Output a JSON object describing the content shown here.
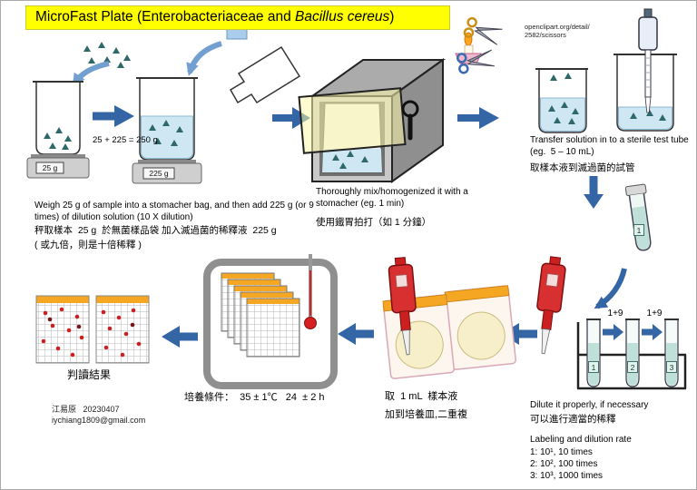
{
  "title": {
    "prefix": "MicroFast Plate (Enterobacteriaceae and ",
    "italic": "Bacillus cereus",
    "suffix": ")"
  },
  "colors": {
    "arrow_blue": "#3465a4",
    "arrow_light_blue": "#729fcf",
    "highlight_yellow": "#ffff00",
    "plate_orange": "#f5a623",
    "pipette_red": "#d83030",
    "liquid_blue": "#cfe7f3",
    "tube_liquid_teal": "#bfe0d8",
    "sample_teal": "#2e6868"
  },
  "weigh_step": {
    "scale1_display": "25 g",
    "scale2_display": "225 g",
    "sum_text": "25 + 225 = 250 g",
    "caption_en": "Weigh 25 g of sample into a stomacher bag, and then add 225 g (or 9 times) of dilution solution (10 X dilution)",
    "caption_zh_1": "秤取樣本  25 g  於無菌樣品袋 加入滅過菌的稀釋液  225 g",
    "caption_zh_2": "( 或九倍，則是十倍稀釋 )"
  },
  "stomacher_step": {
    "caption_en": "Thoroughly mix/homogenized it with a stomacher (eg. 1 min)",
    "caption_zh": "使用鐵胃拍打（如 1 分鐘）"
  },
  "scissors_credit": {
    "line1": "openclipart.org/detail/",
    "line2": "2582/scissors"
  },
  "transfer_step": {
    "caption_en": "Transfer solution in to a sterile test tube (eg.  5 – 10 mL)",
    "caption_zh": "取樣本液到滅過菌的試管",
    "tube_label": "1"
  },
  "dilution_step": {
    "ratio_label_1": "1+9",
    "ratio_label_2": "1+9",
    "tube_labels": [
      "1",
      "2",
      "3"
    ],
    "caption_en": "Dilute it properly, if necessary",
    "caption_zh": "可以進行適當的稀釋",
    "labeling_title": "Labeling and dilution rate",
    "rates": [
      "1: 10¹, 10 times",
      "2: 10², 100 times",
      "3: 10³, 1000 times"
    ]
  },
  "plating_step": {
    "caption_zh_1": "取  1 mL  樣本液",
    "caption_zh_2": "加到培養皿,二重複"
  },
  "incubation_step": {
    "caption": "培養條件：  35 ± 1℃   24  ± 2 h"
  },
  "reading_step": {
    "caption": "判讀結果"
  },
  "footer": {
    "author": "江易原   20230407",
    "email": "iychiang1809@gmail.com"
  }
}
